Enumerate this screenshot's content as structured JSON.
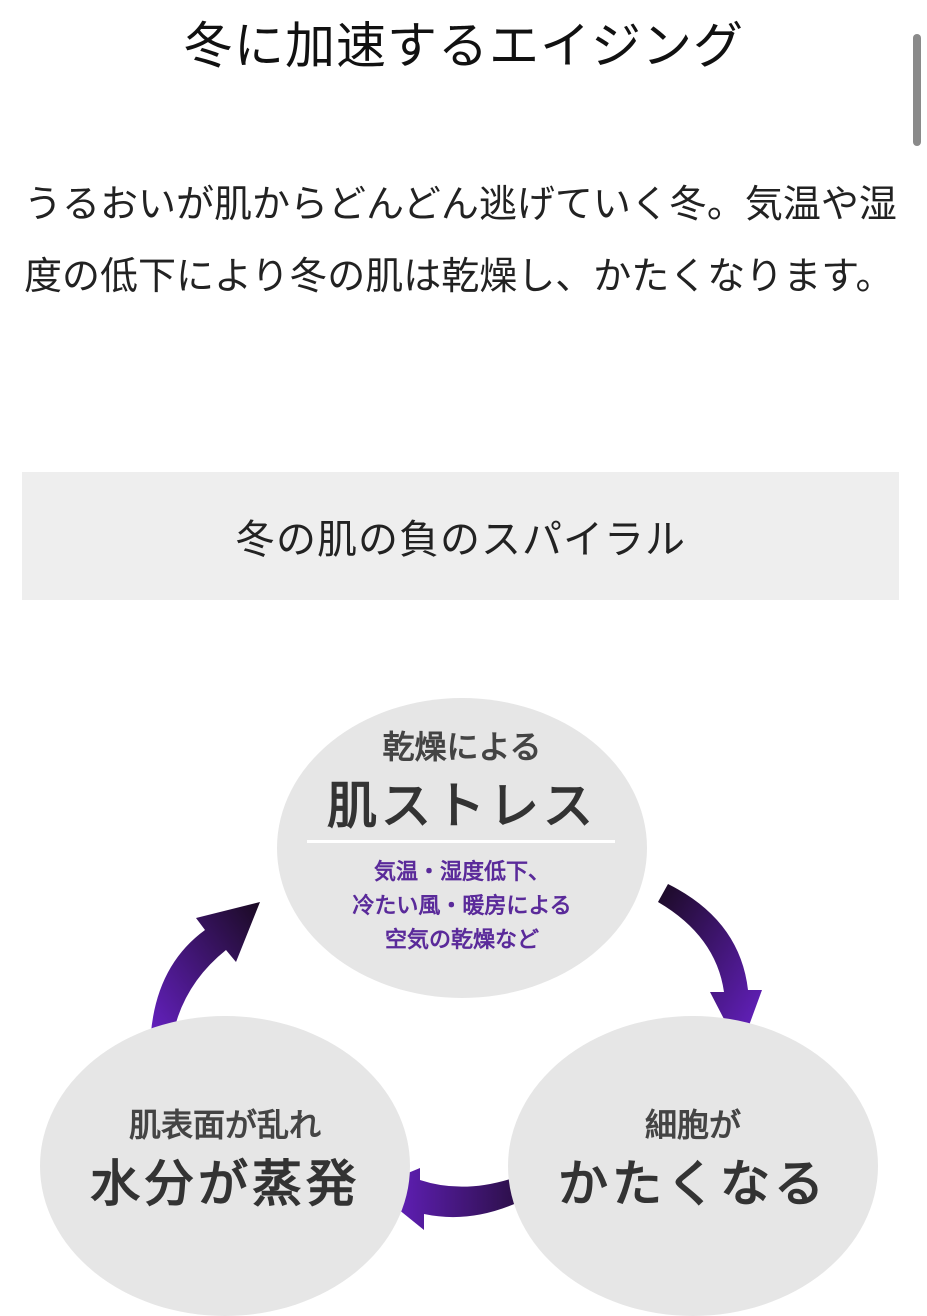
{
  "page": {
    "title": "冬に加速するエイジング",
    "intro_text": "うるおいが肌からどんどん逃げていく冬。気温や湿度の低下により冬の肌は乾燥し、かたくなります。"
  },
  "section": {
    "heading": "冬の肌の負のスパイラル"
  },
  "diagram": {
    "nodes": [
      {
        "small": "乾燥による",
        "big": "肌ストレス",
        "note": [
          "気温・湿度低下、",
          "冷たい風・暖房による",
          "空気の乾燥など"
        ]
      },
      {
        "small": "細胞が",
        "big": "かたくなる"
      },
      {
        "small": "肌表面が乱れ",
        "big": "水分が蒸発"
      }
    ],
    "arrow_color_start": "#1a0a22",
    "arrow_color_end": "#6a22cc",
    "node_color": "#e6e6e6",
    "note_color": "#5a2a9a"
  }
}
